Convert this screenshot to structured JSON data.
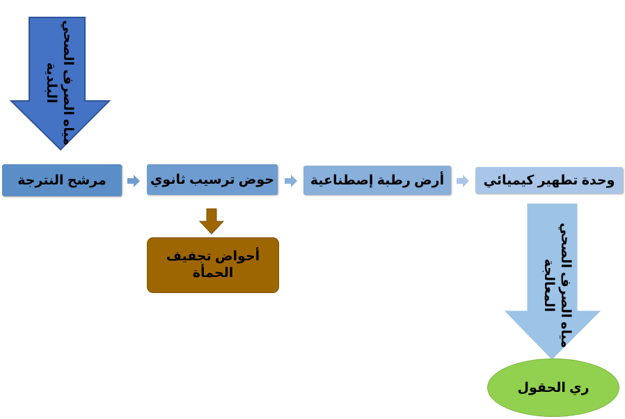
{
  "inflow_arrow": {
    "label": "مياه الصرف الصحي البلدية",
    "color": "#4472c4"
  },
  "process_steps": [
    {
      "label": "مرشح النترجة",
      "color": "#5b8ec6"
    },
    {
      "label": "حوض ترسيب ثانوي",
      "color": "#6f9cd0"
    },
    {
      "label": "أرض رطبة إصطناعية",
      "color": "#89afdb"
    },
    {
      "label": "وحدة تطهير كيميائي",
      "color": "#a9c5e8"
    }
  ],
  "sludge_bed": {
    "label": "أحواض تجفيف الحمأة",
    "color": "#9e6603"
  },
  "treated_outflow_arrow": {
    "label": "مياه الصرف الصحي المعالجة",
    "color": "#9dc3e6"
  },
  "field_irrigation": {
    "label": "ري الحقول",
    "color": "#92d050"
  }
}
